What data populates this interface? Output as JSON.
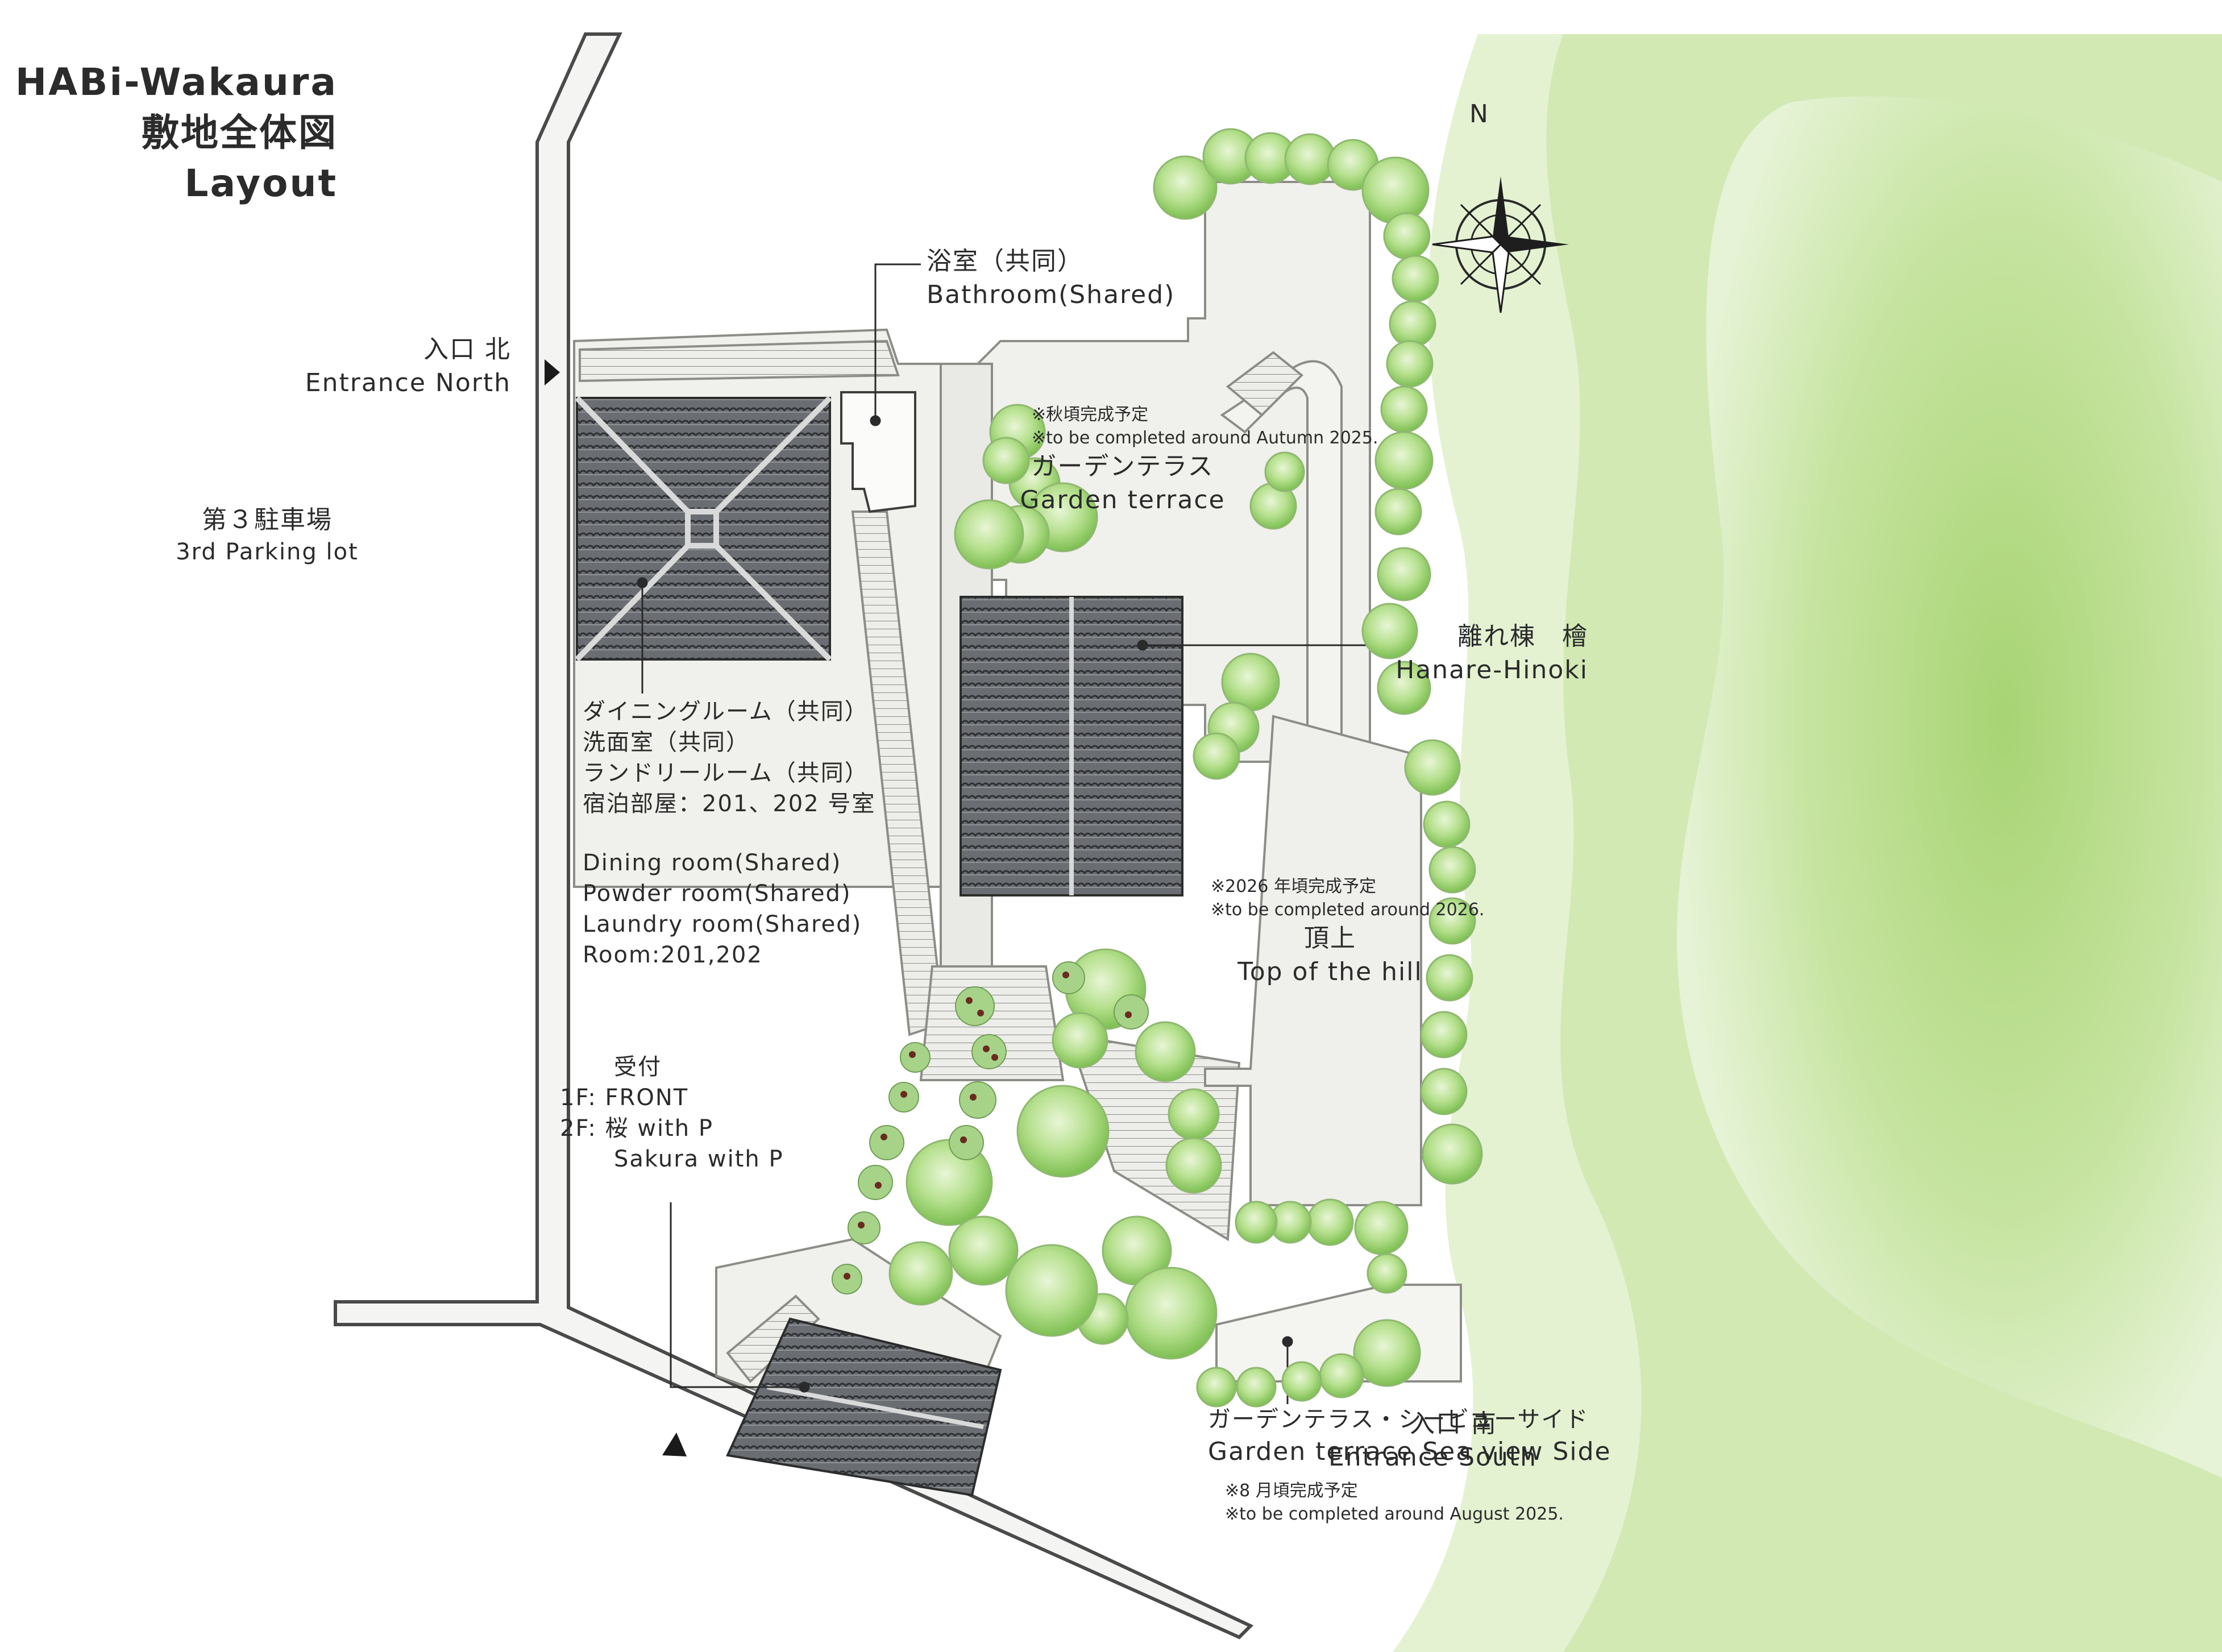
{
  "title": {
    "line1": "HABi-Wakaura",
    "line2": "敷地全体図",
    "line3": "Layout"
  },
  "entrance_north": {
    "ja": "入口 北",
    "en": "Entrance North"
  },
  "entrance_south": {
    "ja": "入口 南",
    "en": "Entrance South"
  },
  "parking": {
    "ja": "第３駐車場",
    "en": "3rd Parking lot"
  },
  "bathroom": {
    "ja": "浴室（共同）",
    "en": "Bathroom(Shared)"
  },
  "garden_terrace": {
    "note_ja": "※秋頃完成予定",
    "note_en": "※to be completed around Autumn 2025.",
    "ja": "ガーデンテラス",
    "en": "Garden terrace"
  },
  "hanare": {
    "ja": "離れ棟　檜",
    "en": "Hanare-Hinoki"
  },
  "main_building": {
    "ja_lines": [
      "ダイニングルーム（共同）",
      "洗面室（共同）",
      "ランドリールーム（共同）",
      "宿泊部屋：201、202 号室"
    ],
    "en_lines": [
      "Dining room(Shared)",
      "Powder room(Shared)",
      "Laundry room(Shared)",
      "Room:201,202"
    ]
  },
  "hilltop": {
    "note_ja": "※2026 年頃完成予定",
    "note_en": "※to be completed around 2026.",
    "ja": "頂上",
    "en": "Top of the hill"
  },
  "front": {
    "ja": "受付",
    "line_1f": "1F: FRONT",
    "line_2f": "2F: 桜 with P",
    "line_2f_en": "Sakura with P"
  },
  "sea_view": {
    "ja": "ガーデンテラス・シービューサイド",
    "en": "Garden terrace Sea view Side",
    "note_ja": "※8 月頃完成予定",
    "note_en": "※to be completed around August 2025."
  },
  "compass": {
    "north": "N"
  },
  "colors": {
    "greenery": "#b9dc86",
    "tree": "#8ccc5c",
    "roof": "#5e6165",
    "path": "#e9e9e6",
    "road_edge": "#4a4a4a"
  }
}
